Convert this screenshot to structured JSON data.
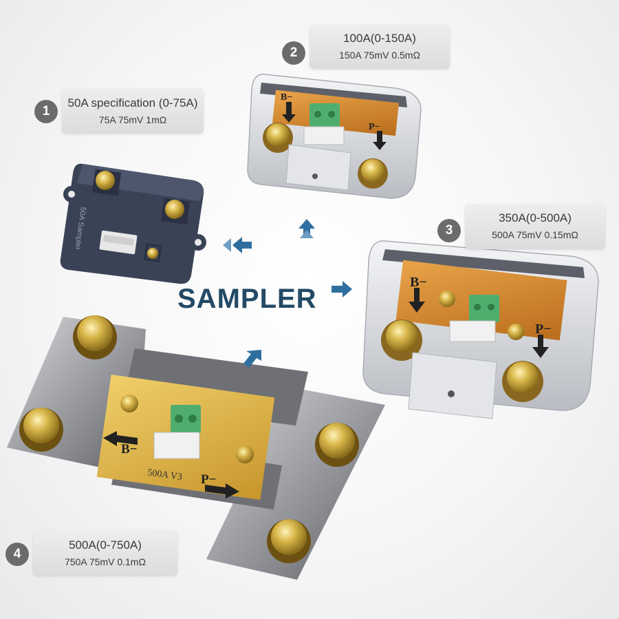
{
  "title": "SAMPLER",
  "specs": [
    {
      "number": "1",
      "title": "50A specification (0-75A)",
      "sub": "75A 75mV 1mΩ"
    },
    {
      "number": "2",
      "title": "100A(0-150A)",
      "sub": "150A 75mV 0.5mΩ"
    },
    {
      "number": "3",
      "title": "350A(0-500A)",
      "sub": "500A 75mV 0.15mΩ"
    },
    {
      "number": "4",
      "title": "500A(0-750A)",
      "sub": "750A 75mV 0.1mΩ"
    }
  ],
  "device_markings": {
    "small_label": "50A Sampler",
    "b_minus": "B−",
    "p_minus": "P−",
    "model": "500A V3"
  },
  "colors": {
    "title": "#234a66",
    "badge": "#6b6b6b",
    "card": "#e4e4e6",
    "arrow": "#2f6f9f",
    "brass": "#c9a63c",
    "pcb_gold": "#e2b74a",
    "pcb_orange": "#d8892b",
    "terminal_green": "#4fae6e",
    "dark_case": "#3a4256"
  }
}
